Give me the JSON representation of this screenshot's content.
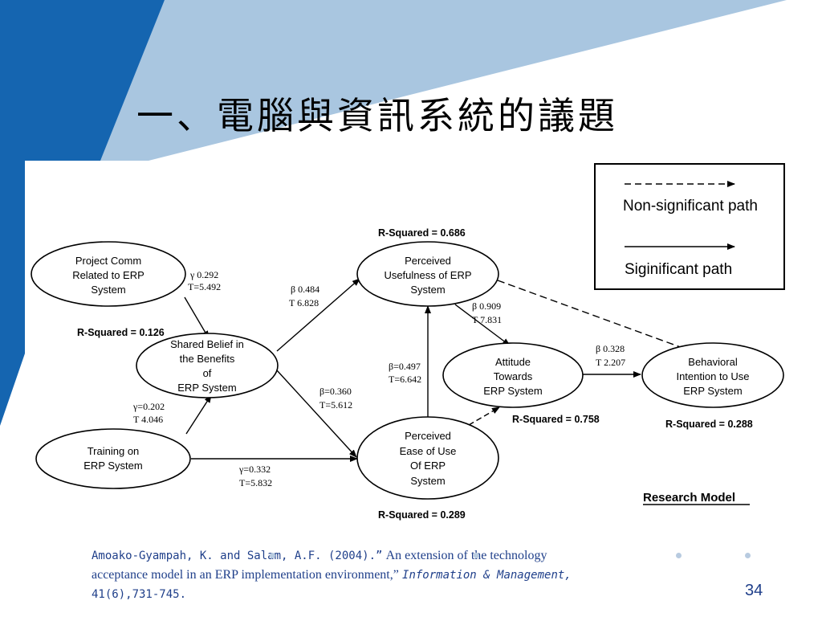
{
  "slide": {
    "title": "一、電腦與資訊系統的議題",
    "page_number": "34",
    "colors": {
      "dark_blue": "#1565b0",
      "light_blue": "#a9c6e0",
      "text_blue": "#1f3f8a"
    }
  },
  "diagram": {
    "nodes": [
      {
        "id": "project_comm",
        "lines": [
          "Project Comm",
          "Related to ERP",
          "System"
        ]
      },
      {
        "id": "shared_belief",
        "lines": [
          "Shared Belief in",
          "the Benefits",
          "of",
          "ERP System"
        ]
      },
      {
        "id": "training",
        "lines": [
          "Training on",
          "ERP System"
        ]
      },
      {
        "id": "usefulness",
        "lines": [
          "Perceived",
          "Usefulness of ERP",
          "System"
        ]
      },
      {
        "id": "ease",
        "lines": [
          "Perceived",
          "Ease of Use",
          "Of  ERP",
          "System"
        ]
      },
      {
        "id": "attitude",
        "lines": [
          "Attitude",
          "Towards",
          "ERP System"
        ]
      },
      {
        "id": "intention",
        "lines": [
          "Behavioral",
          "Intention to Use",
          "ERP System"
        ]
      }
    ],
    "r_squared": {
      "shared_belief": "R-Squared = 0.126",
      "usefulness": "R-Squared = 0.686",
      "attitude": "R-Squared = 0.758",
      "intention": "R-Squared = 0.288",
      "ease": "R-Squared = 0.289"
    },
    "paths": [
      {
        "from": "project_comm",
        "to": "shared_belief",
        "type": "significant",
        "coef": "γ  0.292",
        "t": "T=5.492"
      },
      {
        "from": "training",
        "to": "shared_belief",
        "type": "significant",
        "coef": "γ=0.202",
        "t": "T  4.046"
      },
      {
        "from": "shared_belief",
        "to": "usefulness",
        "type": "significant",
        "coef": "β  0.484",
        "t": "T  6.828"
      },
      {
        "from": "shared_belief",
        "to": "ease",
        "type": "significant",
        "coef": "β=0.360",
        "t": "T=5.612"
      },
      {
        "from": "training",
        "to": "ease",
        "type": "significant",
        "coef": "γ=0.332",
        "t": "T=5.832"
      },
      {
        "from": "ease",
        "to": "usefulness",
        "type": "significant",
        "coef": "β=0.497",
        "t": "T=6.642"
      },
      {
        "from": "usefulness",
        "to": "attitude",
        "type": "significant",
        "coef": "β  0.909",
        "t": "T  7.831"
      },
      {
        "from": "attitude",
        "to": "intention",
        "type": "significant",
        "coef": "β  0.328",
        "t": "T  2.207"
      },
      {
        "from": "usefulness",
        "to": "intention",
        "type": "non-significant",
        "coef": "",
        "t": ""
      },
      {
        "from": "ease",
        "to": "attitude",
        "type": "non-significant",
        "coef": "",
        "t": ""
      }
    ],
    "legend": {
      "non_significant": "Non-significant path",
      "significant": "Siginificant path"
    },
    "caption": "Research Model"
  },
  "citation": {
    "authors": "Amoako-Gyampah, K. and Salam, A.F. (2004).”",
    "title_part1": "An extension of the technology",
    "title_part2": "acceptance model in an ERP implementation environment,”",
    "journal": "Information & Management,",
    "volume": "41(6),731-745."
  }
}
